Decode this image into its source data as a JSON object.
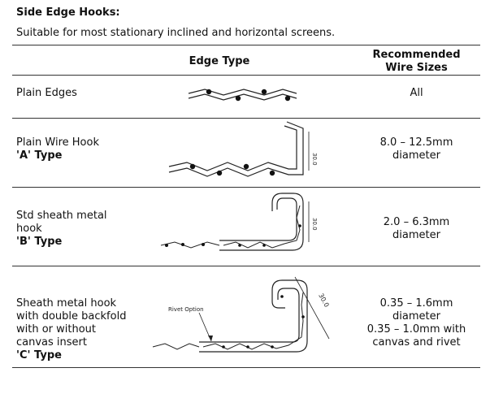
{
  "title": "Side Edge Hooks:",
  "subtitle": "Suitable for most stationary inclined and horizontal screens.",
  "table": {
    "headers": {
      "edge_type": "Edge Type",
      "wire_sizes_line1": "Recommended",
      "wire_sizes_line2": "Wire Sizes"
    },
    "rows": [
      {
        "label_lines": [
          "Plain Edges"
        ],
        "type": "",
        "wire_lines": [
          "All"
        ]
      },
      {
        "label_lines": [
          "Plain Wire Hook"
        ],
        "type": "'A' Type",
        "wire_lines": [
          "8.0 – 12.5mm",
          "diameter"
        ],
        "dimension": "30.0"
      },
      {
        "label_lines": [
          "Std sheath metal",
          "hook"
        ],
        "type": "'B' Type",
        "wire_lines": [
          "2.0 – 6.3mm",
          "diameter"
        ],
        "dimension": "30.0"
      },
      {
        "label_lines": [
          "Sheath metal hook",
          "with double backfold",
          "with or without",
          "canvas insert"
        ],
        "type": "'C' Type",
        "wire_lines": [
          "0.35 – 1.6mm",
          "diameter",
          "0.35 – 1.0mm with",
          "canvas and rivet"
        ],
        "dimension": "30.0",
        "callout": "Rivet Option"
      }
    ]
  }
}
